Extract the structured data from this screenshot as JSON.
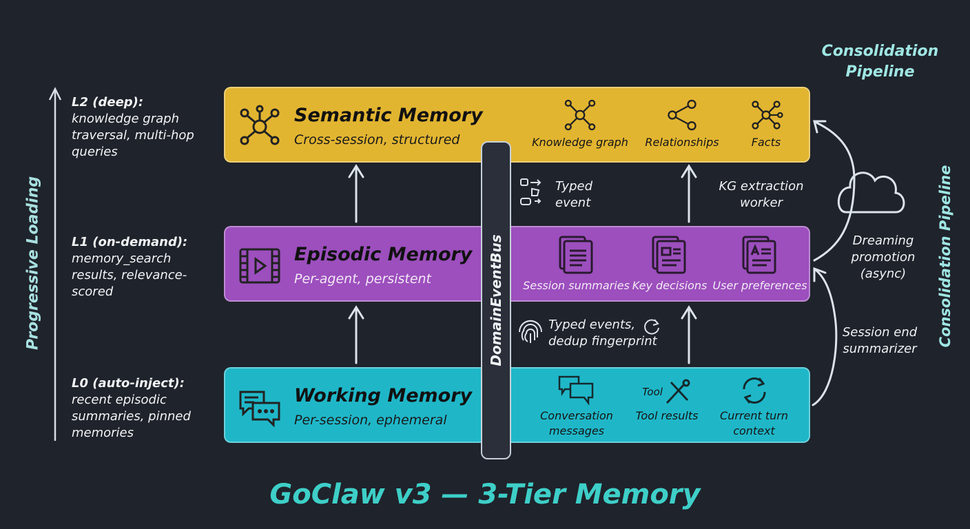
{
  "title": "GoClaw v3 — 3-Tier Memory",
  "progressive_loading": {
    "label": "Progressive Loading",
    "levels": [
      {
        "heading": "L2 (deep):",
        "text": "knowledge graph traversal, multi-hop queries"
      },
      {
        "heading": "L1 (on-demand):",
        "text": "memory_search results, relevance-scored"
      },
      {
        "heading": "L0 (auto-inject):",
        "text": "recent episodic summaries, pinned memories"
      }
    ]
  },
  "tiers": {
    "semantic": {
      "name": "Semantic Memory",
      "subtitle": "Cross-session, structured",
      "icon": "network-icon",
      "color": "#e2b531",
      "items": [
        "Knowledge graph",
        "Relationships",
        "Facts"
      ]
    },
    "episodic": {
      "name": "Episodic Memory",
      "subtitle": "Per-agent, persistent",
      "icon": "film-icon",
      "color": "#9c4fbd",
      "items": [
        "Session summaries",
        "Key decisions",
        "User preferences"
      ]
    },
    "working": {
      "name": "Working Memory",
      "subtitle": "Per-session, ephemeral",
      "icon": "chat-icon",
      "color": "#1fb7c8",
      "items": [
        "Conversation messages",
        "Tool results",
        "Current turn context"
      ],
      "tool_tag": "Tool"
    }
  },
  "bus": {
    "label": "DomainEventBus"
  },
  "flows": {
    "typed_event": "Typed event",
    "typed_events_dedup": "Typed events, dedup fingerprint",
    "kg_extraction": "KG extraction worker",
    "dreaming": "Dreaming promotion (async)",
    "session_end": "Session end summarizer"
  },
  "consolidation": {
    "top_label": "Consolidation Pipeline",
    "side_label": "Consolidation Pipeline"
  },
  "colors": {
    "background": "#1f232b",
    "title": "#3ecfc8"
  }
}
